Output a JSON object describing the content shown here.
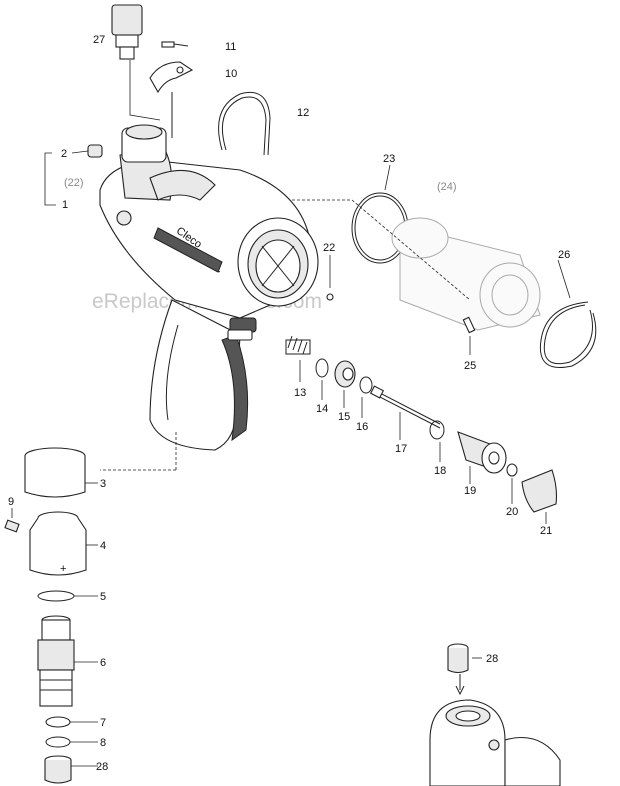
{
  "watermark": "eReplacementParts.com",
  "brand": "Cleco",
  "labels": {
    "p1": "1",
    "p2": "2",
    "p3": "3",
    "p4": "4",
    "p5": "5",
    "p6": "6",
    "p7": "7",
    "p8": "8",
    "p9": "9",
    "p10": "10",
    "p11": "11",
    "p12": "12",
    "p13": "13",
    "p14": "14",
    "p15": "15",
    "p16": "16",
    "p17": "17",
    "p18": "18",
    "p19": "19",
    "p20": "20",
    "p21": "21",
    "p22": "22",
    "p23": "23",
    "p24": "(24)",
    "p25": "25",
    "p26": "26",
    "p27": "27",
    "p28a": "28",
    "p28b": "28",
    "p22ref": "(22)"
  }
}
